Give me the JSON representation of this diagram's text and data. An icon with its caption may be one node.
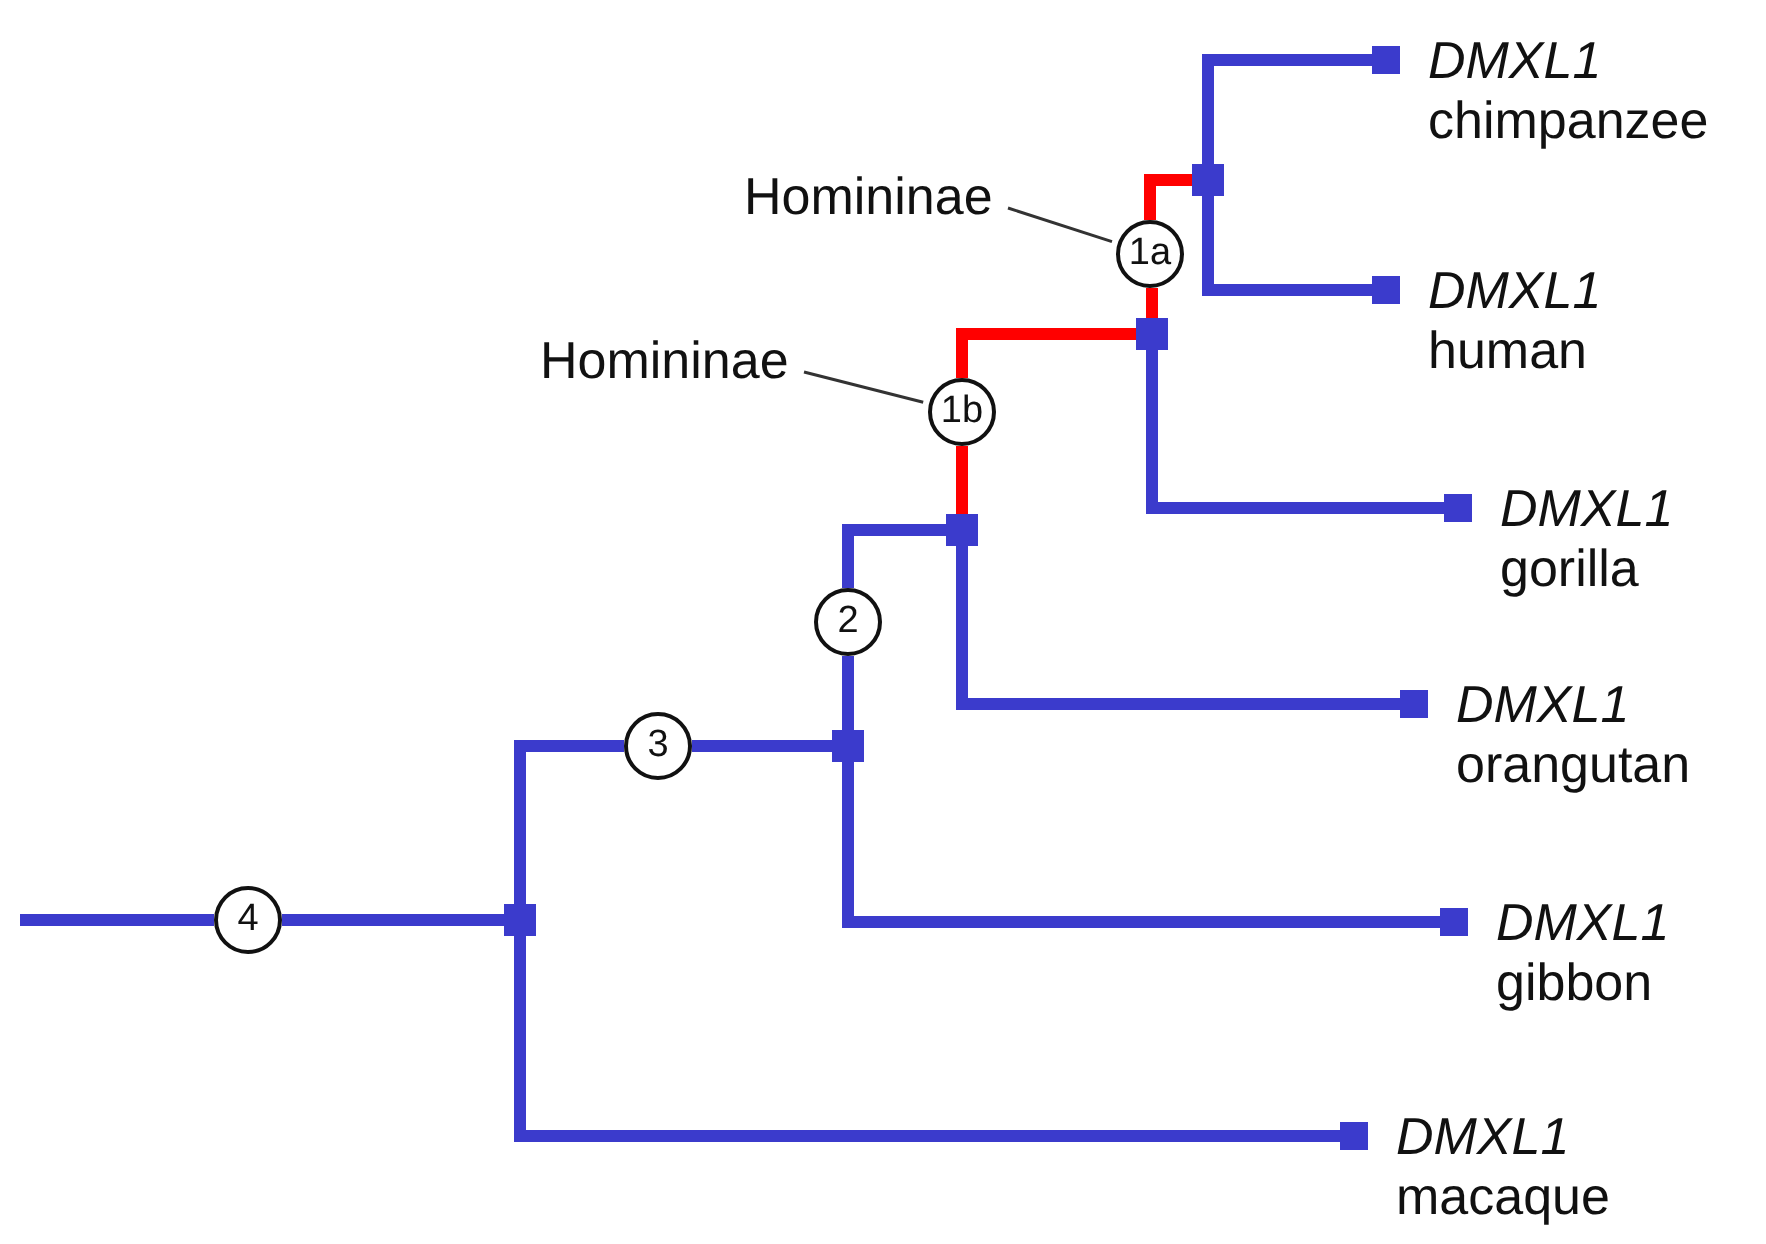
{
  "diagram": {
    "nodes": [
      {
        "text": [
          "Homininae"
        ]
      },
      {
        "text": [
          "1a"
        ]
      },
      {
        "text": [],
        "shape": "box"
      },
      {
        "text": [
          "DMXL1",
          "chimpanzee"
        ]
      },
      {
        "text": [
          "DMXL1",
          "human"
        ]
      },
      {
        "text": [
          "Homininae"
        ]
      },
      {
        "text": [
          "1b"
        ]
      },
      {
        "text": [],
        "shape": "box"
      },
      {
        "text": [
          "DMXL1",
          "gorilla"
        ]
      },
      {
        "text": [
          "2"
        ]
      },
      {
        "text": [],
        "shape": "box"
      },
      {
        "text": [
          "DMXL1",
          "orangutan"
        ]
      },
      {
        "text": [
          "3"
        ]
      },
      {
        "text": [],
        "shape": "box"
      },
      {
        "text": [
          "4"
        ]
      },
      {
        "text": [],
        "shape": "box"
      },
      {
        "text": [
          "DMXL1",
          "gibbon"
        ]
      },
      {
        "text": [
          "DMXL1",
          "macaque"
        ]
      }
    ],
    "edges": [
      {
        "from": null,
        "to": 14,
        "arrow": "none"
      },
      {
        "from": 14,
        "to": 15,
        "arrow": "none"
      },
      {
        "from": 15,
        "to": 12,
        "arrow": "none"
      },
      {
        "from": 12,
        "to": 13,
        "arrow": "none"
      },
      {
        "from": 15,
        "to": 17,
        "arrow": "none"
      },
      {
        "from": 13,
        "to": 9,
        "arrow": "none"
      },
      {
        "from": 9,
        "to": 10,
        "arrow": "none"
      },
      {
        "from": 13,
        "to": 16,
        "arrow": "none"
      },
      {
        "from": 10,
        "to": 6,
        "arrow": "none",
        "color": "#ff0000"
      },
      {
        "from": 6,
        "to": 7,
        "arrow": "none",
        "color": "#ff0000"
      },
      {
        "from": 10,
        "to": 11,
        "arrow": "none"
      },
      {
        "from": 7,
        "to": 1,
        "arrow": "none",
        "color": "#ff0000"
      },
      {
        "from": 1,
        "to": 2,
        "arrow": "none",
        "color": "#ff0000"
      },
      {
        "from": 7,
        "to": 8,
        "arrow": "none"
      },
      {
        "from": 2,
        "to": 3,
        "arrow": "none"
      },
      {
        "from": 2,
        "to": 4,
        "arrow": "none"
      },
      {
        "from": 0,
        "to": 1,
        "arrow": "none",
        "color": "#333333"
      },
      {
        "from": 5,
        "to": 6,
        "arrow": "none",
        "color": "#333333"
      }
    ]
  }
}
